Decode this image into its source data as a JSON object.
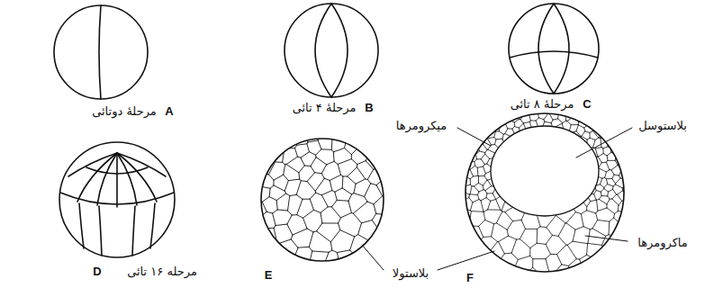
{
  "diagram": {
    "labels": [
      "مرحلهٔ دوتائی",
      "A",
      "مرحلهٔ ۴ تائی",
      "B",
      "مرحلهٔ ۸ تائی",
      "C",
      "مرحله ۱۶ تائی",
      "D",
      "E",
      "بلاستولا",
      "F",
      "میکرومرها",
      "بلاستوسل",
      "ماکرومرها"
    ]
  }
}
